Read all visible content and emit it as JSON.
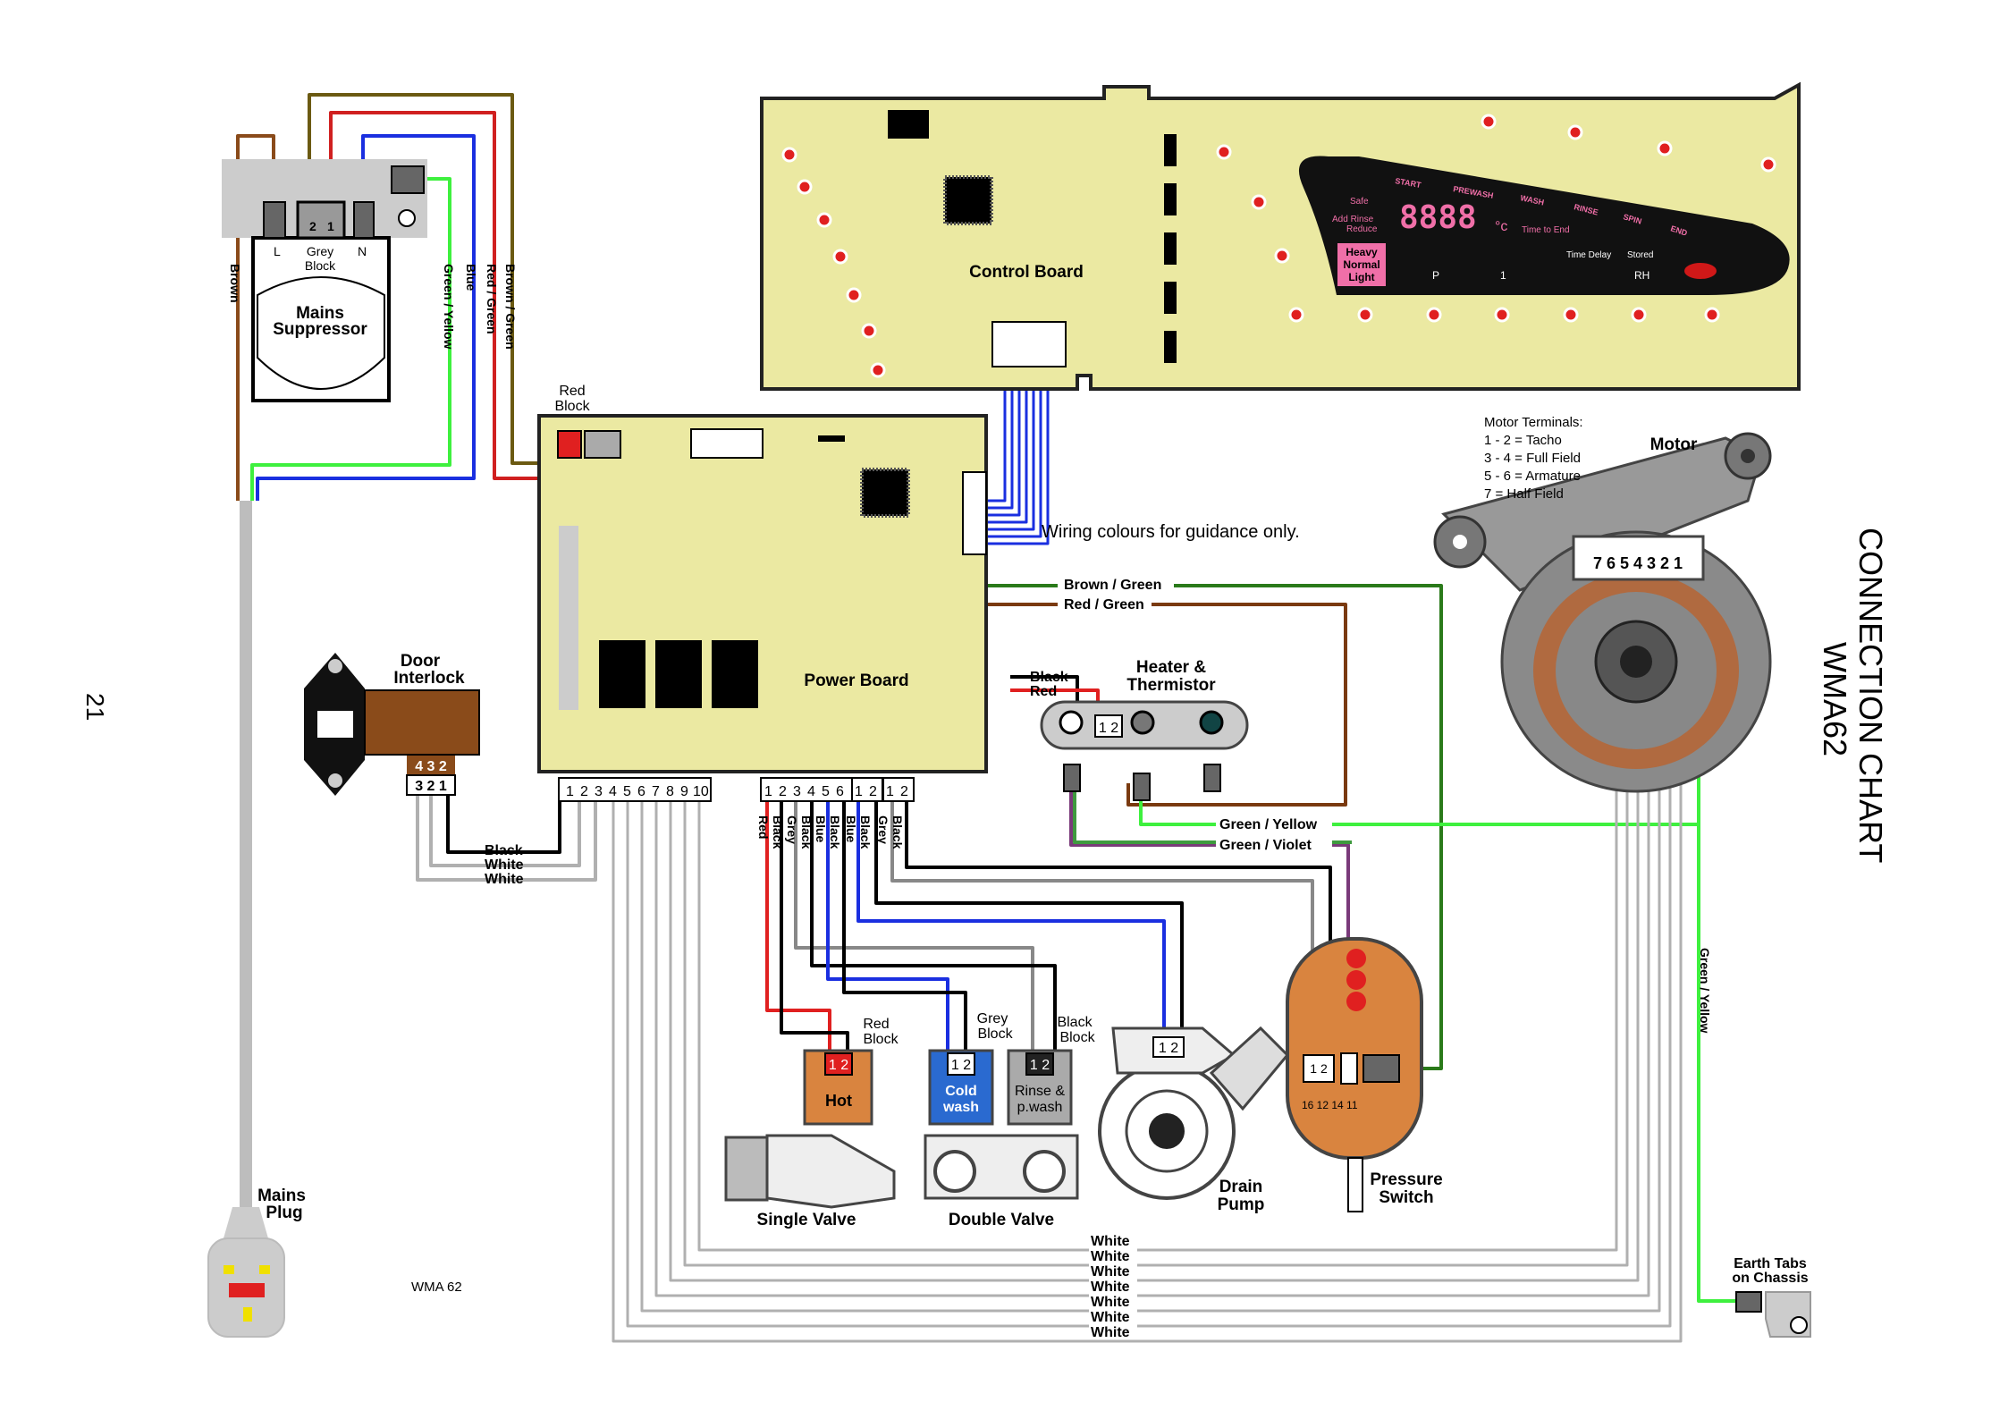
{
  "page_number": "21",
  "footer_model": "WMA 62",
  "chart_title": {
    "line1": "CONNECTION CHART",
    "line2": "WMA62"
  },
  "note": "Wiring colours for guidance only.",
  "components": {
    "control_board": "Control Board",
    "power_board": "Power Board",
    "mains_suppressor": {
      "line1": "Mains",
      "line2": "Suppressor"
    },
    "grey_block": {
      "line1": "Grey",
      "line2": "Block"
    },
    "suppressor_terminals": {
      "l": "L",
      "n": "N",
      "t2": "2",
      "t1": "1"
    },
    "red_block_top": {
      "line1": "Red",
      "line2": "Block"
    },
    "door_interlock": {
      "line1": "Door",
      "line2": "Interlock",
      "pins_top": "4 3 2",
      "pins_bottom": "3 2 1"
    },
    "heater": {
      "line1": "Heater &",
      "line2": "Thermistor",
      "pins": "1 2"
    },
    "motor": "Motor",
    "motor_terminals": {
      "title": "Motor Terminals:",
      "lines": [
        "1 - 2 = Tacho",
        "3 - 4 = Full Field",
        "5 - 6 = Armature",
        "7 = Half Field"
      ],
      "pins": "7 6 5 4 3 2 1"
    },
    "mains_plug": {
      "line1": "Mains",
      "line2": "Plug"
    },
    "earth_tabs": {
      "line1": "Earth Tabs",
      "line2": "on Chassis"
    },
    "single_valve": "Single Valve",
    "double_valve": "Double Valve",
    "hot": "Hot",
    "cold_wash": {
      "line1": "Cold",
      "line2": "wash"
    },
    "rinse_wash": {
      "line1": "Rinse &",
      "line2": "p.wash"
    },
    "red_block_valve": {
      "line1": "Red",
      "line2": "Block"
    },
    "grey_block_valve": {
      "line1": "Grey",
      "line2": "Block"
    },
    "black_block_valve": {
      "line1": "Black",
      "line2": "Block"
    },
    "drain_pump": {
      "line1": "Drain",
      "line2": "Pump"
    },
    "pressure_switch": {
      "line1": "Pressure",
      "line2": "Switch",
      "pins": "16 12 14 11"
    },
    "pins_12": "1 2",
    "connector_10": [
      "1",
      "2",
      "3",
      "4",
      "5",
      "6",
      "7",
      "8",
      "9",
      "10"
    ],
    "connector_6": [
      "1",
      "2",
      "3",
      "4",
      "5",
      "6"
    ],
    "connector_2a": [
      "1",
      "2"
    ],
    "connector_2b": [
      "1",
      "2"
    ]
  },
  "display": {
    "digits": "8888",
    "unit": "°c",
    "time_to_end": "Time to End",
    "safe": "Safe",
    "add_rinse": "Add Rinse",
    "reduce": "Reduce",
    "heavy": "Heavy",
    "normal": "Normal",
    "light": "Light",
    "time_delay": "Time Delay",
    "stored": "Stored",
    "p": "P",
    "one": "1",
    "rh": "RH",
    "buttons": [
      "START",
      "PREWASH",
      "WASH",
      "RINSE",
      "SPIN",
      "END"
    ]
  },
  "wire_labels": {
    "brown": "Brown",
    "green_yellow": "Green / Yellow",
    "blue": "Blue",
    "red_green": "Red / Green",
    "brown_green": "Brown / Green",
    "black": "Black",
    "red": "Red",
    "white": "White",
    "grey": "Grey",
    "green_violet": "Green / Violet"
  },
  "colors": {
    "pcb": "#ebe9a2",
    "brown": "#8a4b1a",
    "olive": "#6b5a12",
    "red": "#e02020",
    "blue": "#1a2fe0",
    "green": "#3ef03e",
    "white_wire": "#a0a0a0",
    "orange": "#d9843f",
    "terminal_red": "#e02020"
  }
}
